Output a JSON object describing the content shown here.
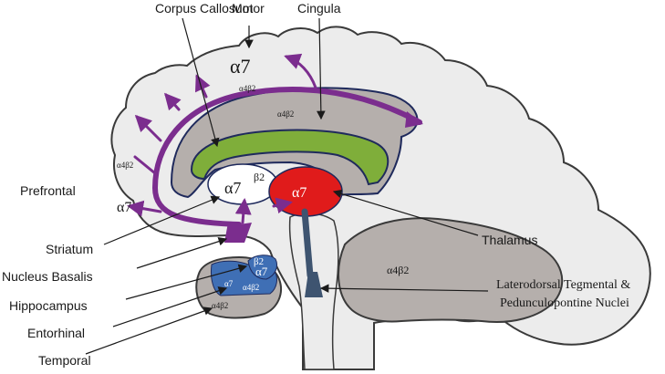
{
  "labels": {
    "corpus_callosum": "Corpus Callosum",
    "motor": "Motor",
    "cingula": "Cingula",
    "prefrontal": "Prefrontal",
    "striatum": "Striatum",
    "nucleus_basalis": "Nucleus Basalis",
    "hippocampus": "Hippocampus",
    "entorhinal": "Entorhinal",
    "temporal": "Temporal",
    "thalamus": "Thalamus",
    "ldt_ppn_line1": "Laterodorsal Tegmental &",
    "ldt_ppn_line2": "Pedunculopontine Nuclei"
  },
  "receptors": {
    "cortex_alpha7": "α7",
    "cortex_a4b2": "α4β2",
    "cingulate_a4b2": "α4β2",
    "prefrontal_a4b2": "α4β2",
    "prefrontal_alpha7": "α7",
    "striatum_alpha7": "α7",
    "striatum_beta2": "β2",
    "thalamus_alpha7": "α7",
    "cerebellum_a4b2": "α4β2",
    "hippocampus_beta2": "β2",
    "hippocampus_alpha7": "α7",
    "entorhinal_alpha7": "α7",
    "entorhinal_a4b2": "α4β2",
    "temporal_a4b2": "α4β2"
  },
  "colors": {
    "cholinergic_pathway": "#7b2d8e",
    "brain_fill": "#ececec",
    "brain_outline": "#3a3a3a",
    "region_gray": "#b5afac",
    "corpus_callosum": "#7fae3a",
    "outline_navy": "#1f2a5c",
    "thalamus": "#e01b1b",
    "hippocampus_blue": "#3f6fb5",
    "brainstem_nucleus": "#3e5470"
  }
}
